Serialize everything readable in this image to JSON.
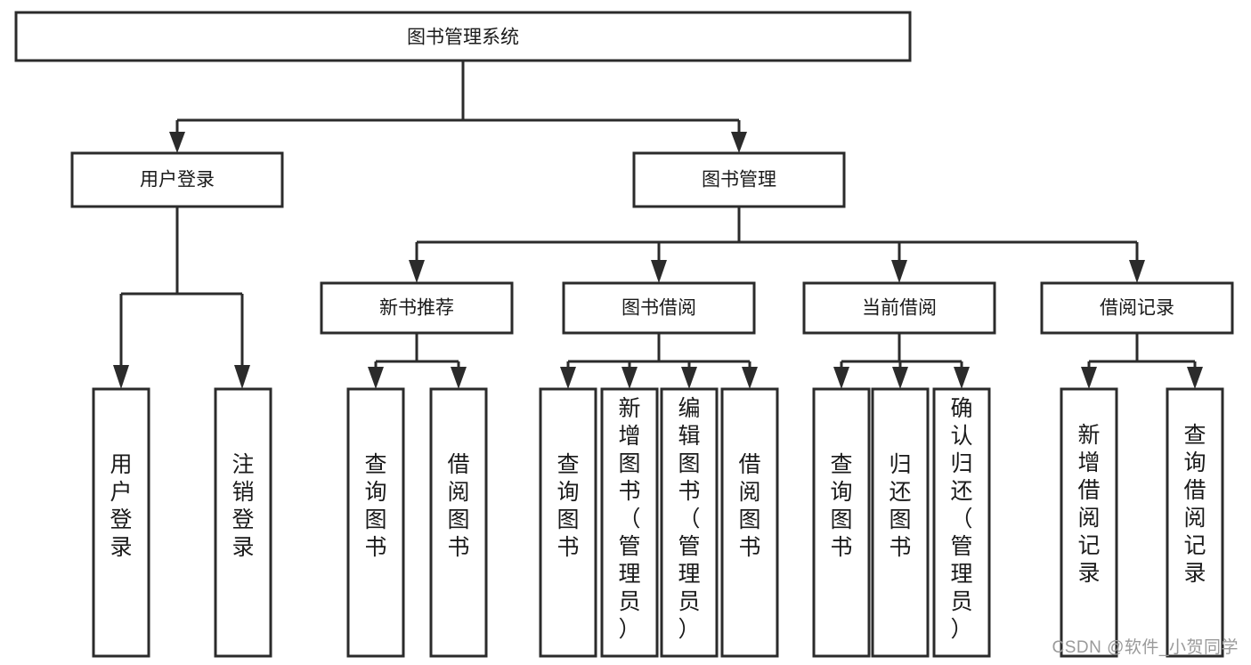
{
  "diagram": {
    "type": "tree-hierarchy",
    "title": "图书管理系统",
    "watermark": "CSDN @软件_小贺同学",
    "root": {
      "id": "root",
      "label": "图书管理系统",
      "orientation": "horizontal"
    },
    "level2": [
      {
        "id": "user-login",
        "label": "用户登录",
        "orientation": "horizontal"
      },
      {
        "id": "book-manage",
        "label": "图书管理",
        "orientation": "horizontal"
      }
    ],
    "level3": [
      {
        "id": "new-book-recommend",
        "label": "新书推荐",
        "orientation": "horizontal",
        "parent": "book-manage"
      },
      {
        "id": "book-borrow",
        "label": "图书借阅",
        "orientation": "horizontal",
        "parent": "book-manage"
      },
      {
        "id": "current-borrow",
        "label": "当前借阅",
        "orientation": "horizontal",
        "parent": "book-manage"
      },
      {
        "id": "borrow-record",
        "label": "借阅记录",
        "orientation": "horizontal",
        "parent": "book-manage"
      }
    ],
    "leaves": [
      {
        "id": "leaf-user-login",
        "label": "用户登录",
        "orientation": "vertical",
        "parent": "user-login"
      },
      {
        "id": "leaf-user-logout",
        "label": "注销登录",
        "orientation": "vertical",
        "parent": "user-login"
      },
      {
        "id": "leaf-query-book-1",
        "label": "查询图书",
        "orientation": "vertical",
        "parent": "new-book-recommend"
      },
      {
        "id": "leaf-borrow-book-1",
        "label": "借阅图书",
        "orientation": "vertical",
        "parent": "new-book-recommend"
      },
      {
        "id": "leaf-query-book-2",
        "label": "查询图书",
        "orientation": "vertical",
        "parent": "book-borrow"
      },
      {
        "id": "leaf-add-book",
        "label": "新增图书（管理员）",
        "orientation": "vertical",
        "parent": "book-borrow"
      },
      {
        "id": "leaf-edit-book",
        "label": "编辑图书（管理员）",
        "orientation": "vertical",
        "parent": "book-borrow"
      },
      {
        "id": "leaf-borrow-book-2",
        "label": "借阅图书",
        "orientation": "vertical",
        "parent": "book-borrow"
      },
      {
        "id": "leaf-query-book-3",
        "label": "查询图书",
        "orientation": "vertical",
        "parent": "current-borrow"
      },
      {
        "id": "leaf-return-book",
        "label": "归还图书",
        "orientation": "vertical",
        "parent": "current-borrow"
      },
      {
        "id": "leaf-confirm-return",
        "label": "确认归还（管理员）",
        "orientation": "vertical",
        "parent": "current-borrow"
      },
      {
        "id": "leaf-add-record",
        "label": "新增借阅记录",
        "orientation": "vertical",
        "parent": "borrow-record"
      },
      {
        "id": "leaf-query-record",
        "label": "查询借阅记录",
        "orientation": "vertical",
        "parent": "borrow-record"
      }
    ],
    "colors": {
      "stroke": "#2b2b2b",
      "fill": "#ffffff",
      "text": "#1a1a1a",
      "watermark": "#9a9a9a"
    }
  }
}
